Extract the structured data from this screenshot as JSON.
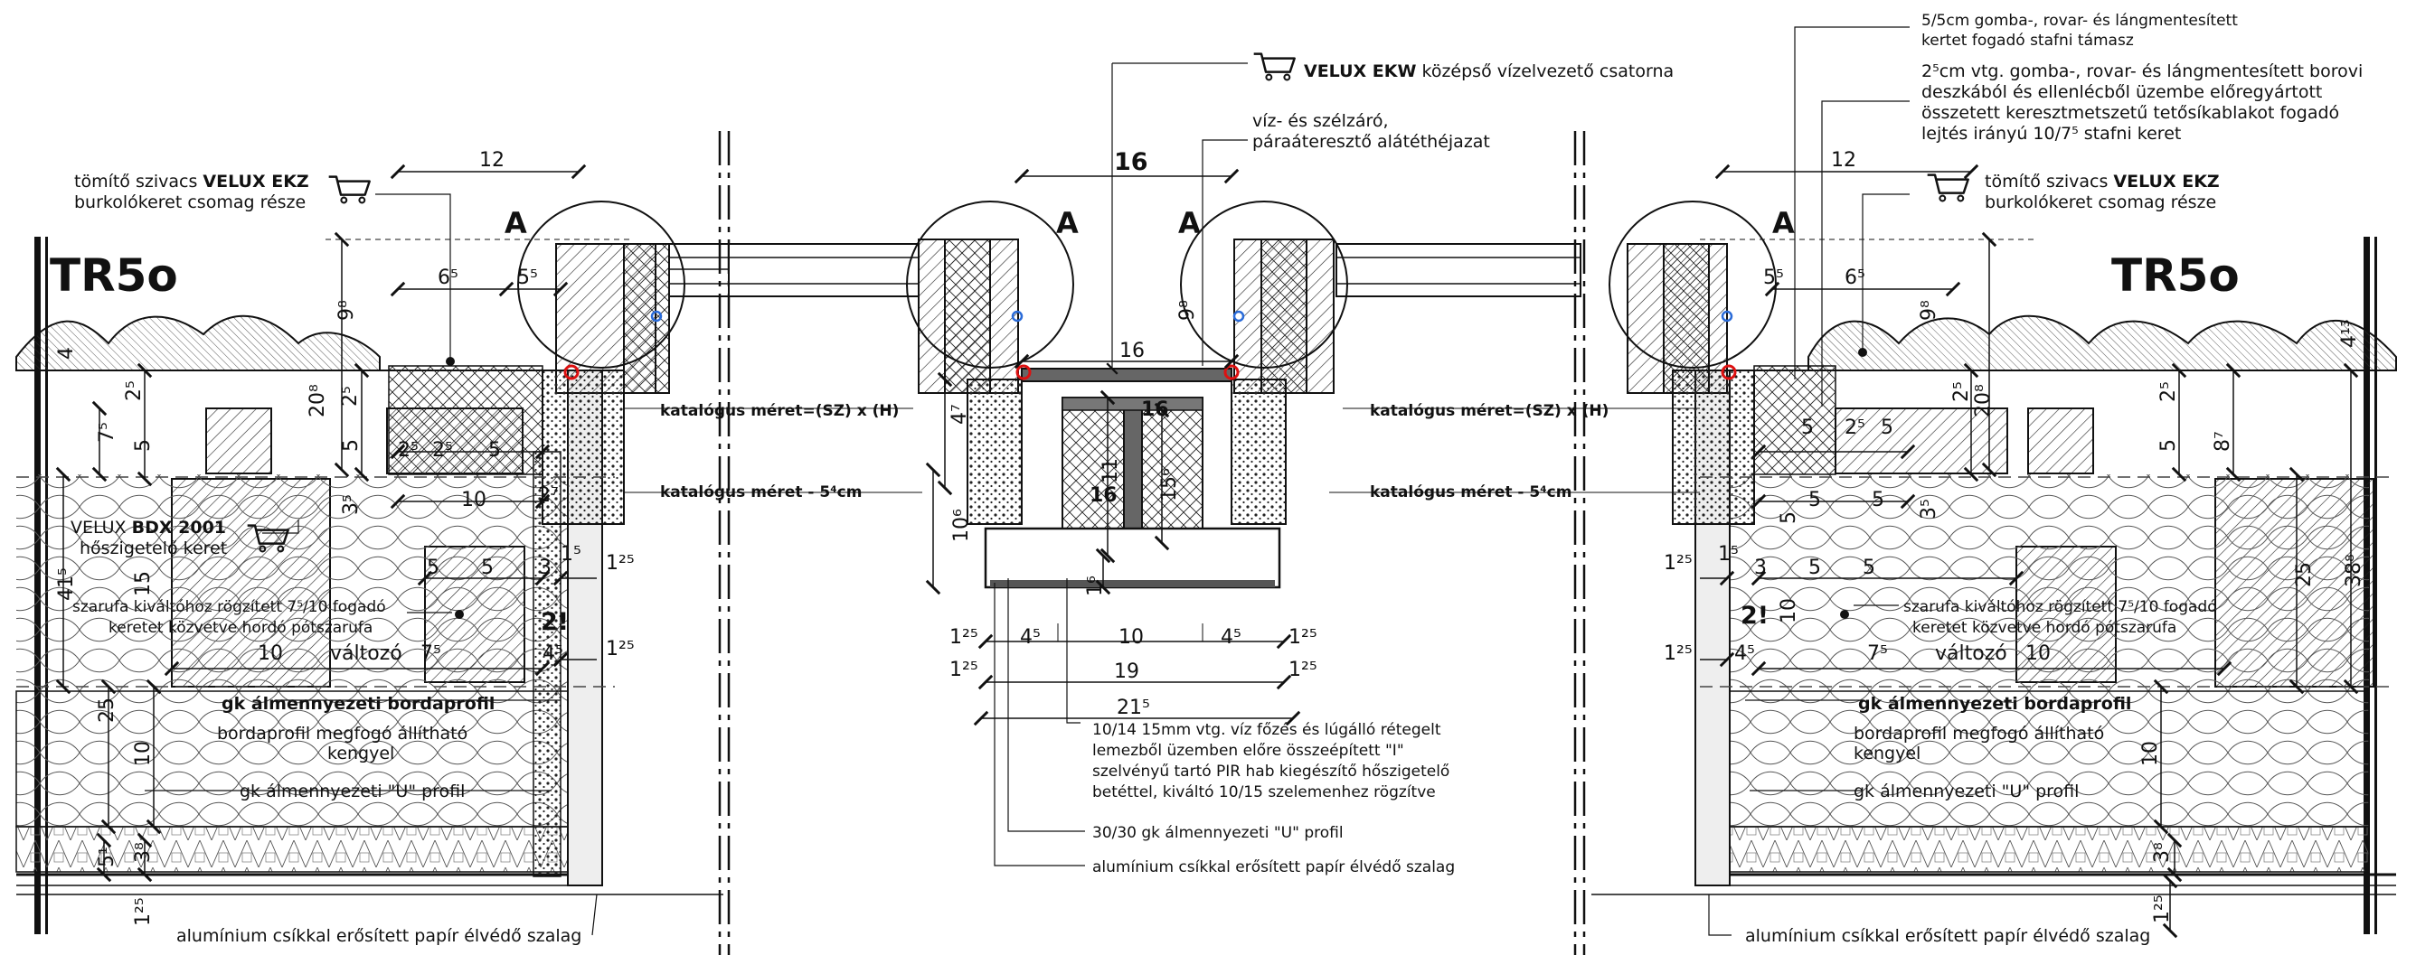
{
  "section_label": "TR5o",
  "detail_marker": "A",
  "window_width": "16",
  "ref_16": "16",
  "dim_12": "12",
  "dim_6_5": "6⁵",
  "dim_5_5": "5⁵",
  "dim_9_8": "9⁸",
  "dim_20_8": "20⁸",
  "dim_2_5": "2⁵",
  "dim_5": "5",
  "dim_7_5": "7⁵",
  "dim_10": "10",
  "dim_3_5": "3⁵",
  "dim_1_5": "1⁵",
  "dim_1_25": "1²⁵",
  "dim_3": "3",
  "dim_4_5": "4⁵",
  "dim_2x": "2!",
  "dim_41": "41⁵",
  "dim_15": "15",
  "dim_25": "25",
  "dim_4": "4",
  "dim_2_7": "2⁷",
  "dim_4_7": "4⁷",
  "dim_10_6": "10⁶",
  "dim_11": "11",
  "dim_15_6": "15⁶",
  "dim_1_6": "1⁶",
  "dim_19": "19",
  "dim_21_5": "21⁵",
  "dim_8_7": "8⁷",
  "dim_38_8": "38⁸",
  "dim_4_1_3": "4¹³",
  "dim_5_1": "5¹",
  "dim_3_8": "3⁸",
  "varies": "változó",
  "catalog_size": "katalógus méret=(SZ) x (H)",
  "catalog_minus": "katalógus méret - 5⁴cm",
  "label_ekw_bold": "VELUX EKW",
  "label_ekw_rest": " középső vízelvezető csatorna",
  "label_membrane_1": "víz- és szélzáró,",
  "label_membrane_2": "páraáteresztő alátéthéjazat",
  "label_ekz_1a": "tömítő szivacs ",
  "label_ekz_1b": "VELUX EKZ",
  "label_ekz_2": "burkolókeret csomag része",
  "label_bdx_1a": "VELUX ",
  "label_bdx_1b": "BDX 2001",
  "label_bdx_2": "hőszigetelő keret",
  "label_rafter_1": "szarufa kiváltóhoz rögzített 7⁵/10 fogadó",
  "label_rafter_2": "keretet közvetve hordó pótszarufa",
  "label_gk_borda": "gk álmennyezeti bordaprofil",
  "label_bracket_1": "bordaprofil megfogó állítható",
  "label_bracket_2": "kengyel",
  "label_gk_u": "gk álmennyezeti \"U\" profil",
  "label_tape": "alumínium csíkkal erősített papír élvédő szalag",
  "label_ibeam_1": "10/14 15mm vtg. víz főzés és lúgálló rétegelt",
  "label_ibeam_2": "lemezből üzemben előre összeépített \"I\"",
  "label_ibeam_3": "szelvényű tartó PIR hab kiegészítő hőszigetelő",
  "label_ibeam_4": "betéttel, kiváltó 10/15 szelemenhez rögzítve",
  "label_u_profile_30": "30/30 gk álmennyezeti \"U\" profil",
  "label_top_1": "5/5cm gomba-, rovar- és lángmentesített",
  "label_top_2": "kertet fogadó stafni támasz",
  "label_frame_1": "2⁵cm vtg. gomba-, rovar- és lángmentesített borovi",
  "label_frame_2": "deszkából és ellenlécből üzembe előregyártott",
  "label_frame_3": "összetett keresztmetszetű tetősíkablakot fogadó",
  "label_frame_4": "lejtés irányú 10/7⁵ stafni keret",
  "icons": [
    "cart-icon"
  ],
  "colors": {
    "line": "#111111",
    "red_marker": "#dd1111",
    "blue_marker": "#2a6bd8",
    "insulation_fill": "#f4f4f4"
  }
}
